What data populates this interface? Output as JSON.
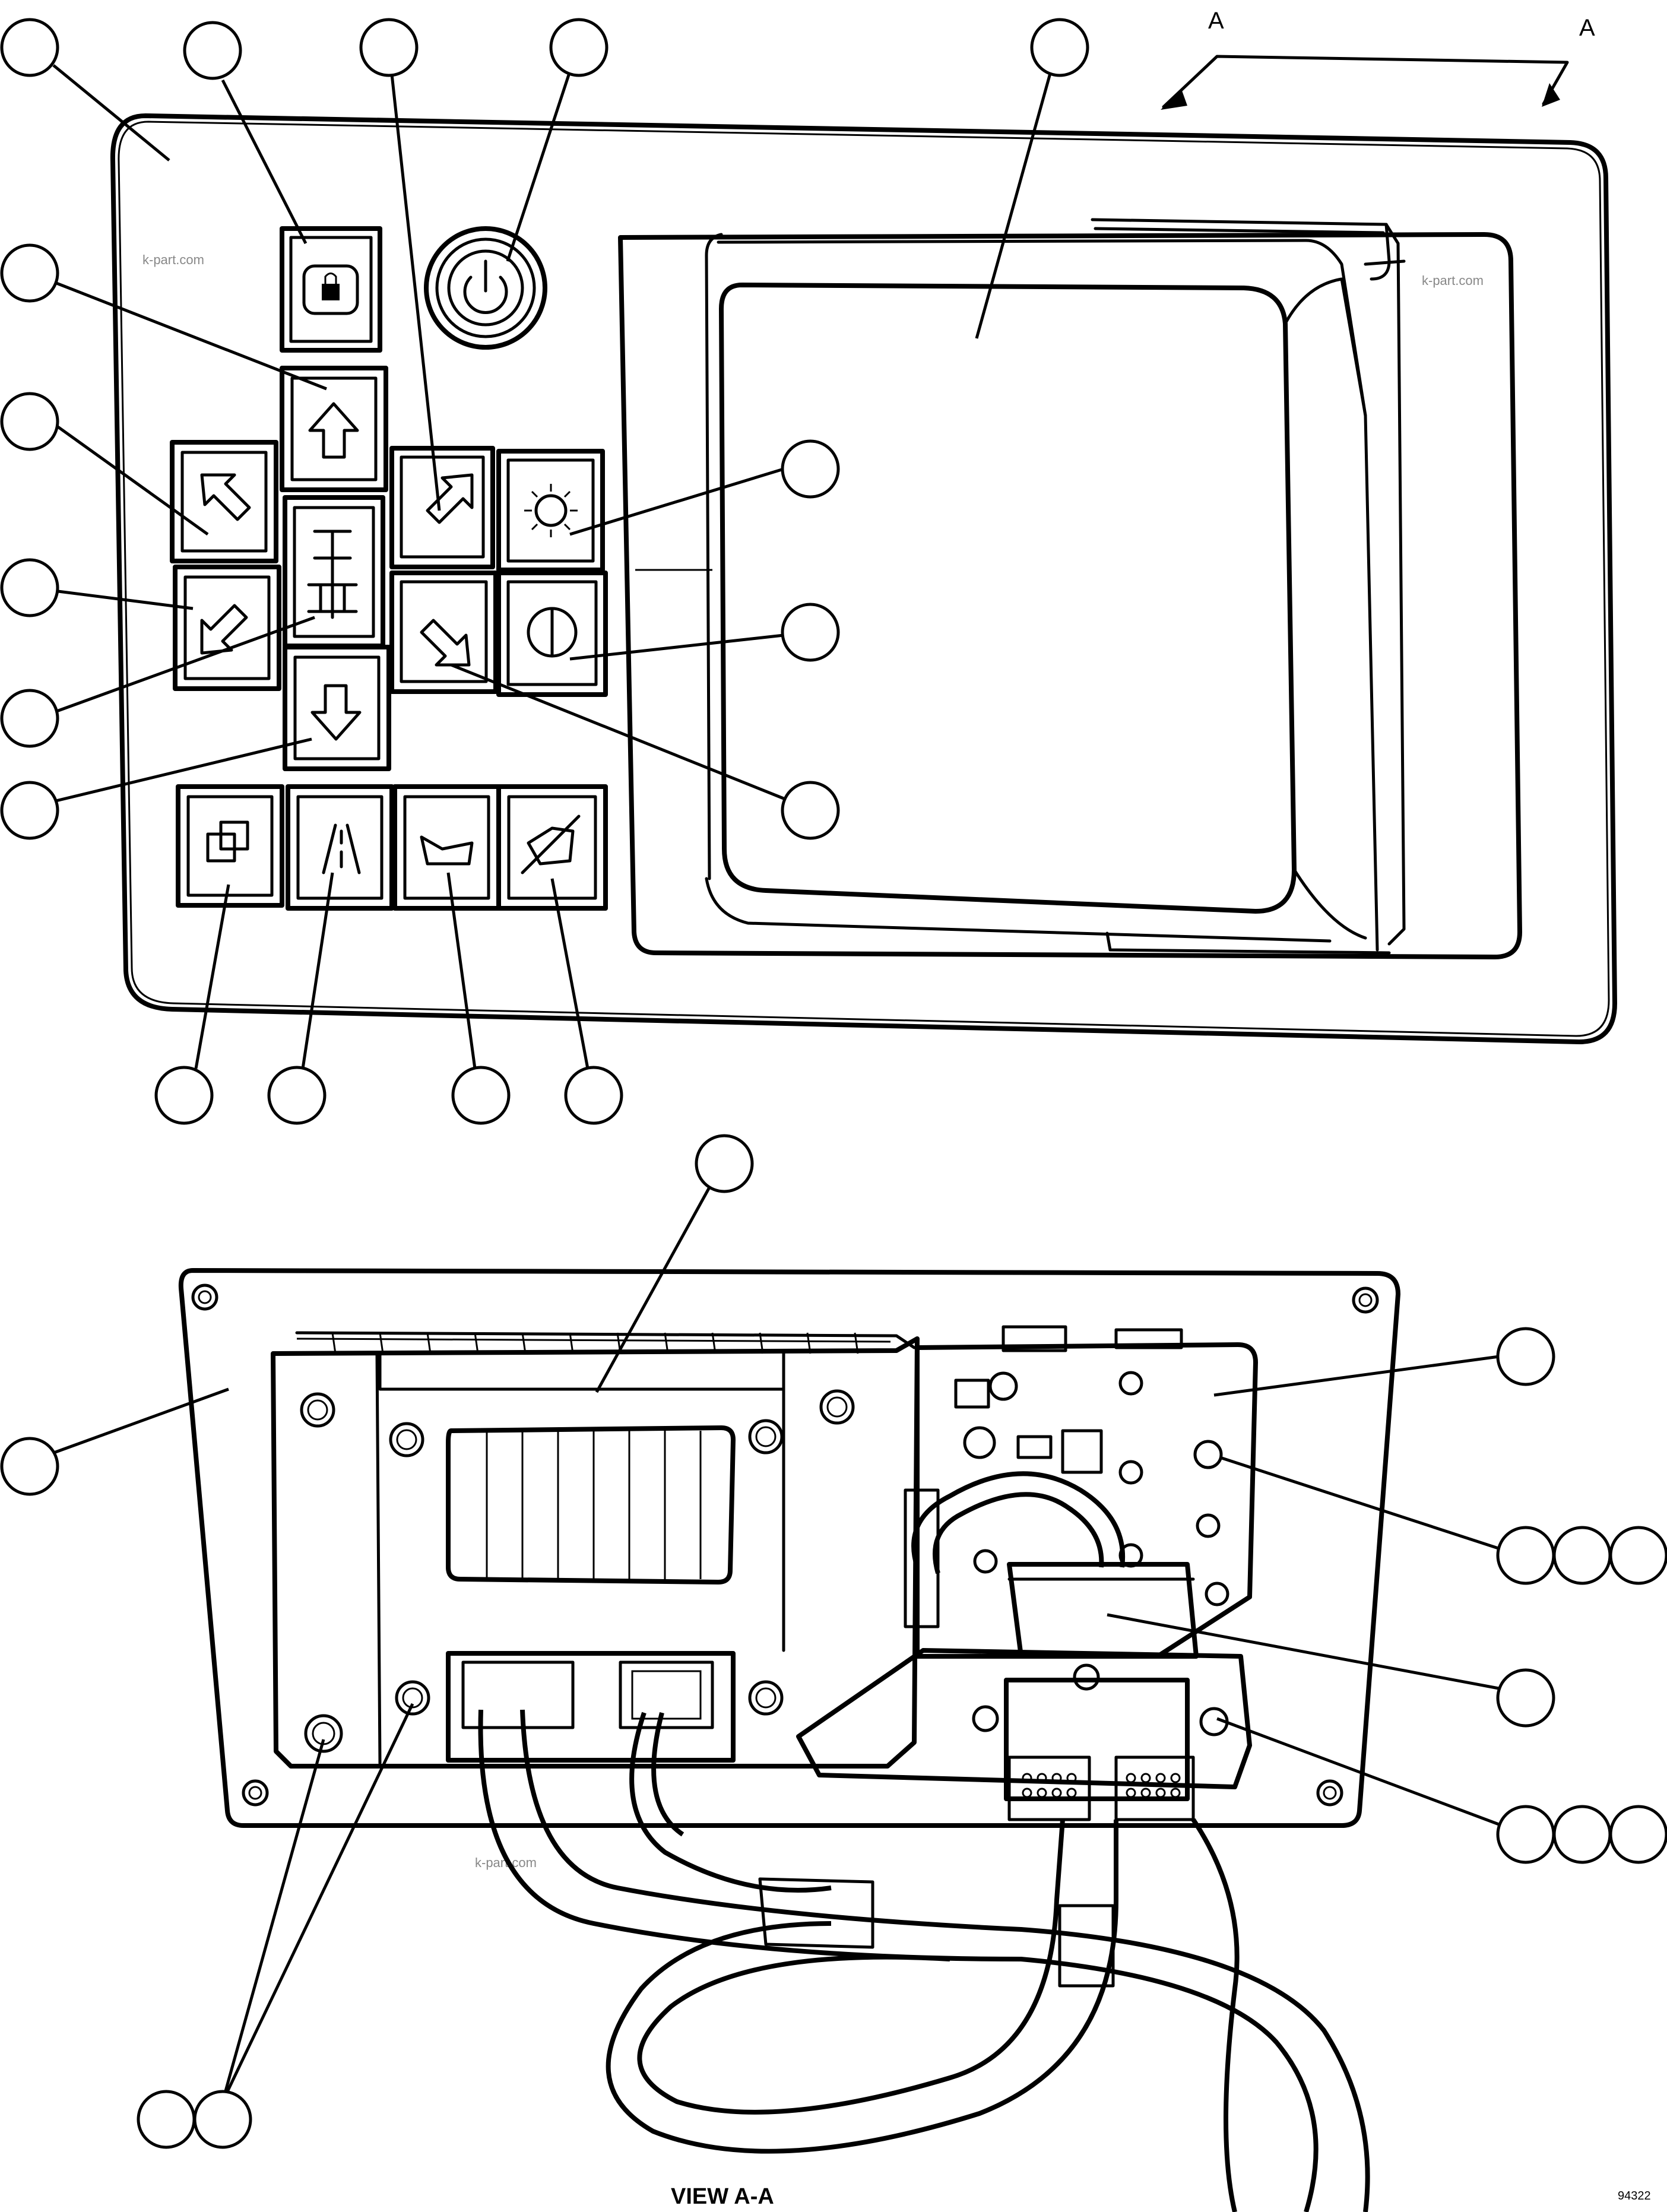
{
  "section_marks": {
    "left": "A",
    "right": "A"
  },
  "view_caption": "VIEW A-A",
  "figure_code": "94322",
  "watermark": "k-part.com",
  "icons": [
    "padlock-icon",
    "power-icon",
    "arrow-up-icon",
    "arrow-up-left-icon",
    "arrow-up-right-icon",
    "sun-brightness-icon",
    "arrow-down-left-icon",
    "gear-shift-icon",
    "arrow-down-right-icon",
    "contrast-icon",
    "arrow-down-icon",
    "screen-swap-icon",
    "road-icon",
    "bucket-icon",
    "no-horn-icon"
  ]
}
